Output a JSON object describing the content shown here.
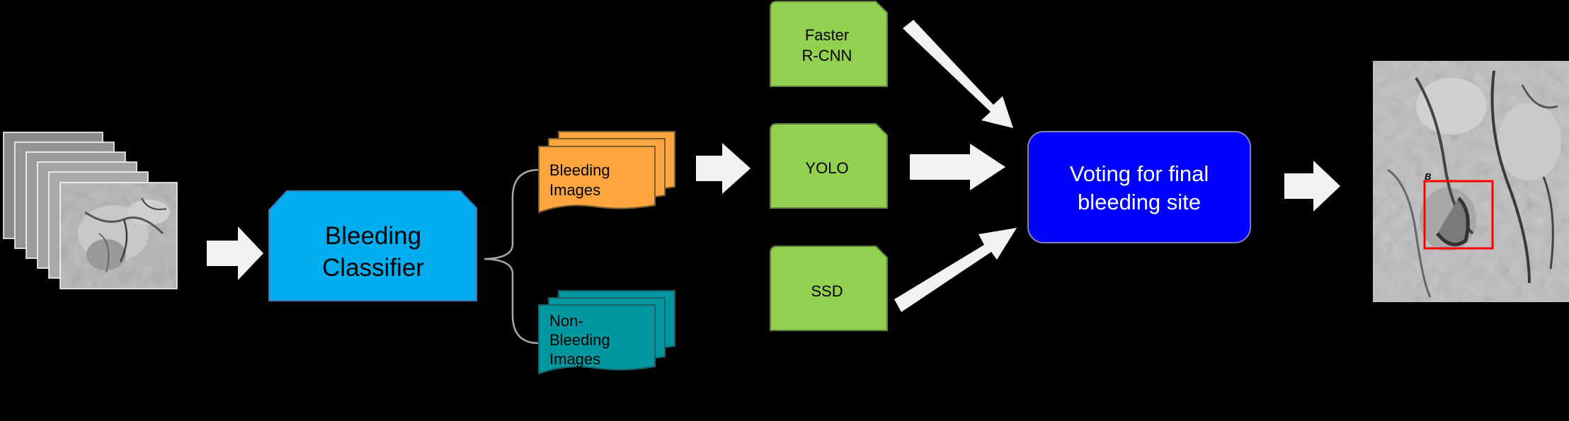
{
  "colors": {
    "background": "#000000",
    "classifier": "#00adef",
    "bleeding_doc": "#ffa53f",
    "nonbleeding_doc": "#00979f",
    "detector": "#92d050",
    "voting": "#0000ff",
    "arrow": "#f2f2f2",
    "detection_box": "#ff0000"
  },
  "classifier": {
    "line1": "Bleeding",
    "line2": "Classifier"
  },
  "bleeding_images": {
    "line1": "Bleeding",
    "line2": "Images"
  },
  "nonbleeding_images": {
    "line1": "Non-",
    "line2": "Bleeding",
    "line3": "Images"
  },
  "detectors": {
    "faster_rcnn": {
      "line1": "Faster",
      "line2": "R-CNN"
    },
    "yolo": {
      "label": "YOLO"
    },
    "ssd": {
      "label": "SSD"
    }
  },
  "voting": {
    "line1": "Voting for final",
    "line2": "bleeding site"
  },
  "output_image": {
    "marker": "B"
  },
  "icons": {
    "input": "angiography-image-stack-icon",
    "output": "angiography-result-icon",
    "arrows": "block-arrow-icon"
  }
}
